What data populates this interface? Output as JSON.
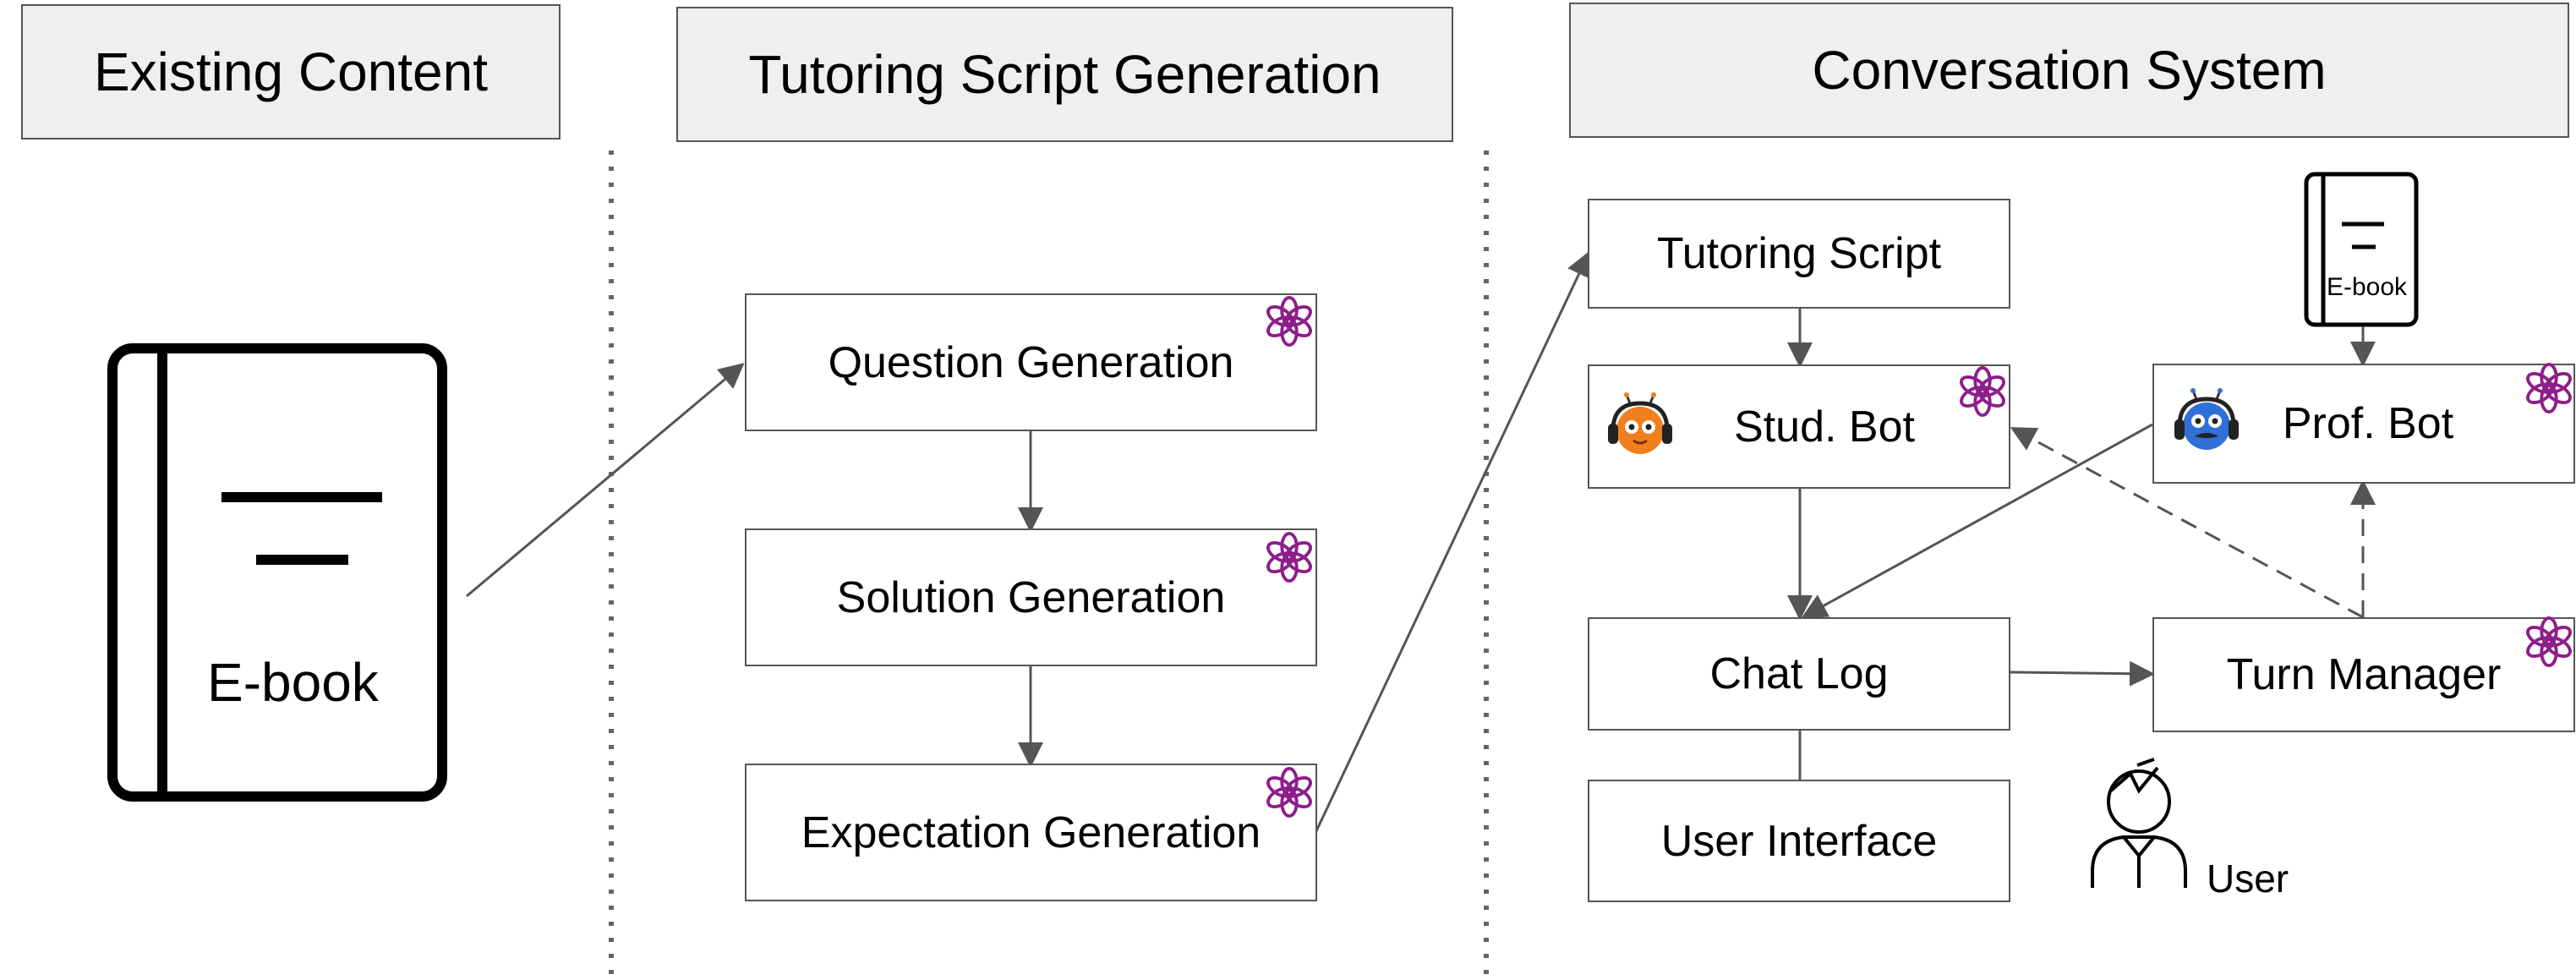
{
  "headers": {
    "existing": "Existing Content",
    "script_gen": "Tutoring Script Generation",
    "conversation": "Conversation System"
  },
  "ebook_large": {
    "label": "E-book"
  },
  "ebook_small": {
    "label": "E-book"
  },
  "pipeline": {
    "question": "Question Generation",
    "solution": "Solution Generation",
    "expectation": "Expectation Generation"
  },
  "system": {
    "tutoring_script": "Tutoring Script",
    "stud_bot": "Stud. Bot",
    "prof_bot": "Prof. Bot",
    "chat_log": "Chat Log",
    "turn_manager": "Turn Manager",
    "user_interface": "User Interface",
    "user": "User"
  },
  "colors": {
    "line": "#555555",
    "header_bg": "#efefef",
    "openai_icon": "#8e1e8a",
    "stud_bot_face": "#f07f1e",
    "prof_bot_face": "#2f6fd6"
  },
  "icons": [
    "openai-icon",
    "stud-bot-icon",
    "prof-bot-icon",
    "ebook-icon",
    "user-icon"
  ]
}
